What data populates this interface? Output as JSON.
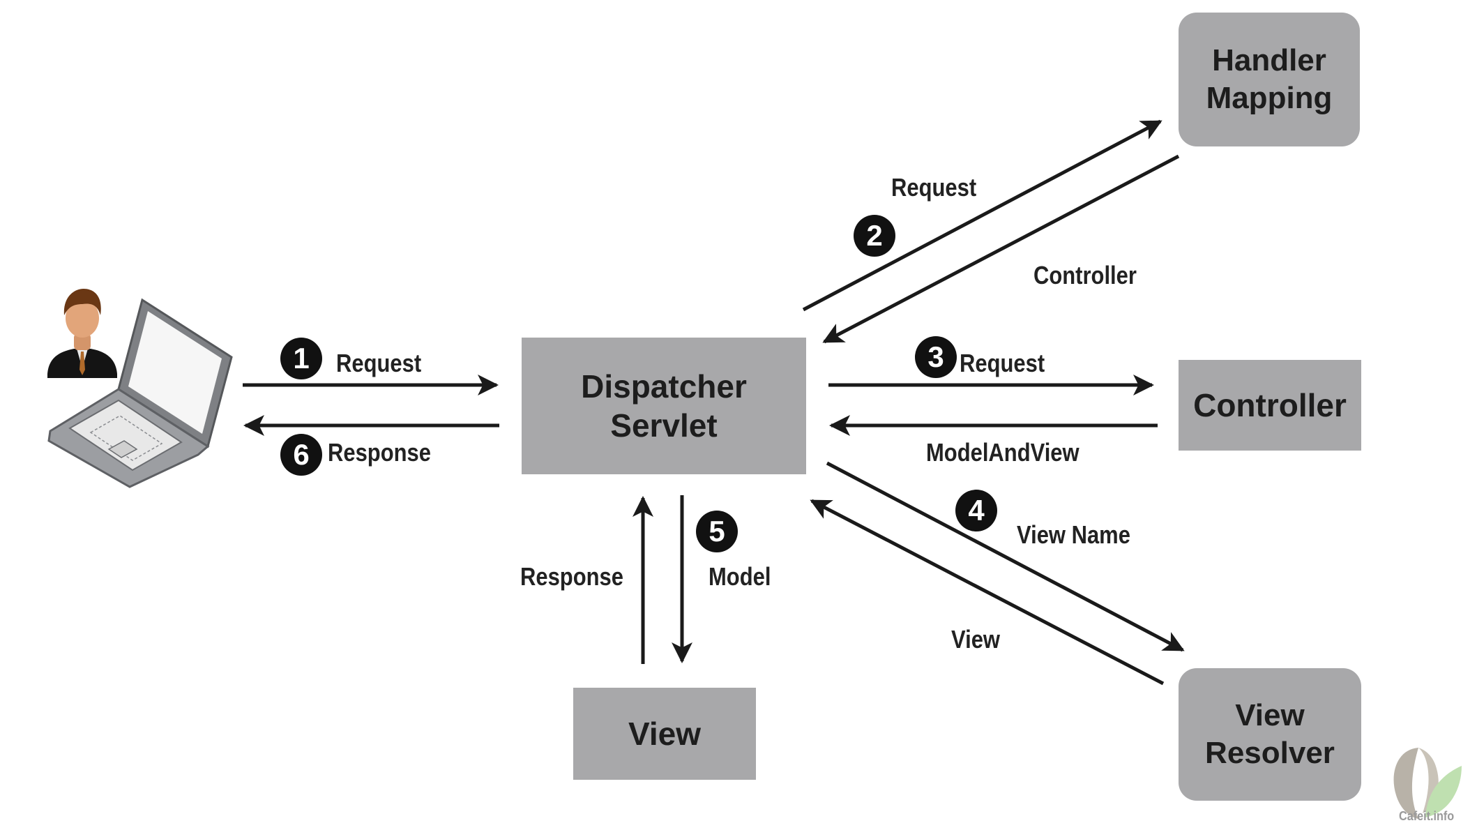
{
  "boxes": {
    "dispatcher": [
      "Dispatcher",
      "Servlet"
    ],
    "handler_mapping": [
      "Handler",
      "Mapping"
    ],
    "controller": [
      "Controller"
    ],
    "view_resolver": [
      "View",
      "Resolver"
    ],
    "view": [
      "View"
    ]
  },
  "steps": {
    "s1": {
      "number": "1",
      "label": "Request"
    },
    "s2": {
      "number": "2",
      "label": "Request",
      "return_label": "Controller"
    },
    "s3": {
      "number": "3",
      "label": "Request",
      "return_label": "ModelAndView"
    },
    "s4": {
      "number": "4",
      "label": "View Name",
      "return_label": "View"
    },
    "s5": {
      "number": "5",
      "label": "Model",
      "return_label": "Response"
    },
    "s6": {
      "number": "6",
      "label": "Response"
    }
  },
  "watermark": {
    "text": "Cafeit.info"
  },
  "colors": {
    "box": "#a8a8aa",
    "arrow": "#1a1a1a",
    "badge": "#111111"
  },
  "icons": [
    "user-icon",
    "laptop-icon",
    "watermark-logo-icon"
  ]
}
